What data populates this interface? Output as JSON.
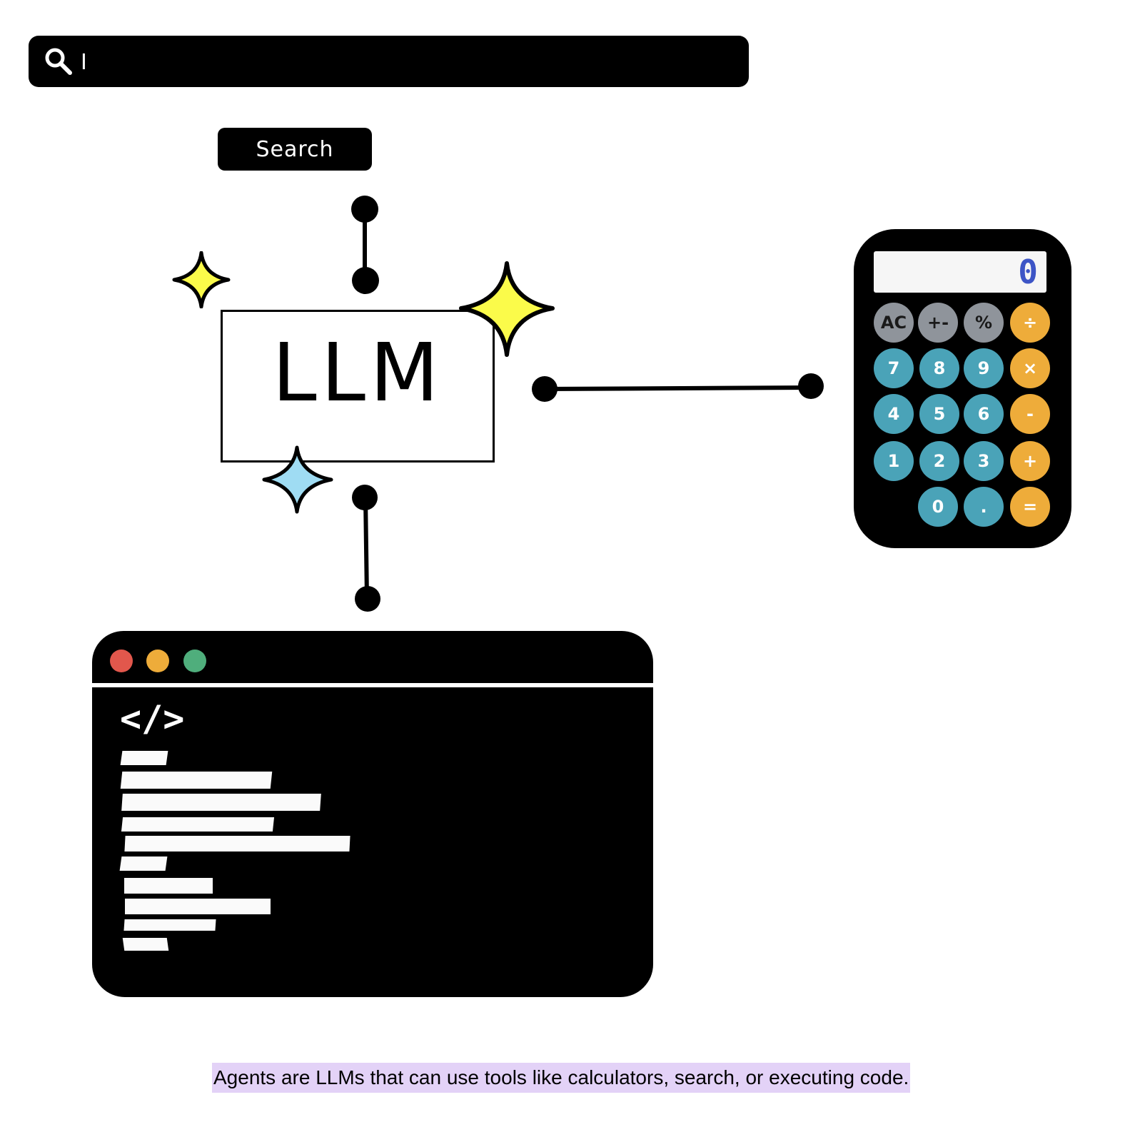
{
  "search": {
    "caret": "I",
    "button_label": "Search"
  },
  "llm": {
    "label": "LLM"
  },
  "calculator": {
    "display": "0",
    "keys": [
      "AC",
      "+-",
      "%",
      "÷",
      "7",
      "8",
      "9",
      "×",
      "4",
      "5",
      "6",
      "-",
      "1",
      "2",
      "3",
      "+",
      "0",
      ".",
      "="
    ],
    "colors": {
      "gray": "#8f949b",
      "teal": "#4aa3b8",
      "orange": "#eeac3a",
      "display_text": "#3d55c6"
    }
  },
  "code_window": {
    "tag": "</>",
    "dot_colors": {
      "close": "#e2574c",
      "minimize": "#eeac3a",
      "maximize": "#4fae7c"
    }
  },
  "caption": "Agents are LLMs that can use tools like calculators, search, or executing code.",
  "colors": {
    "caption_highlight": "#e3d2f7",
    "sparkle_yellow": "#fbfb4a",
    "sparkle_blue": "#9fdcf3"
  }
}
